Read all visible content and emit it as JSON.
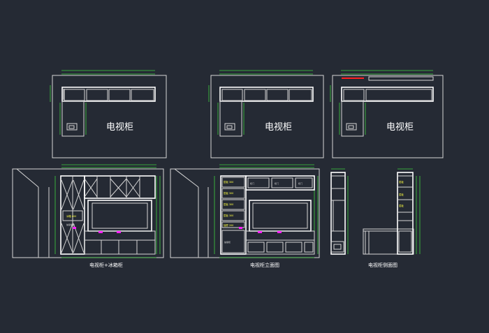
{
  "colors": {
    "background": "#252a34",
    "lines": "#d6d6d6",
    "dimension": "#3fcf3f",
    "annotation": "#ffff40",
    "accent_red": "#ff2020",
    "accent_magenta": "#ff20ff"
  },
  "plan_views": [
    {
      "label": "电视柜"
    },
    {
      "label": "电视柜"
    },
    {
      "label": "电视柜"
    }
  ],
  "elevation_captions": {
    "left": "电视柜+冰箱柜",
    "middle": "电视柜立面图",
    "right": "电视柜侧面图"
  }
}
